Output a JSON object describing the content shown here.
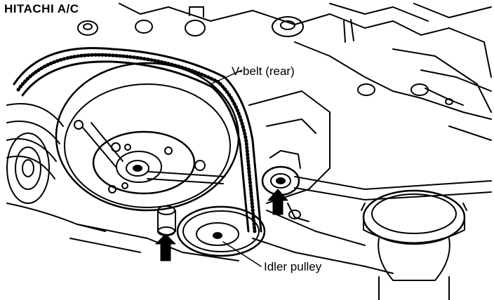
{
  "diagram": {
    "title": "HITACHI A/C",
    "callouts": {
      "vbelt": "V-belt (rear)",
      "idler": "Idler pulley"
    },
    "colors": {
      "ink": "#000000",
      "paper": "#ffffff"
    }
  }
}
